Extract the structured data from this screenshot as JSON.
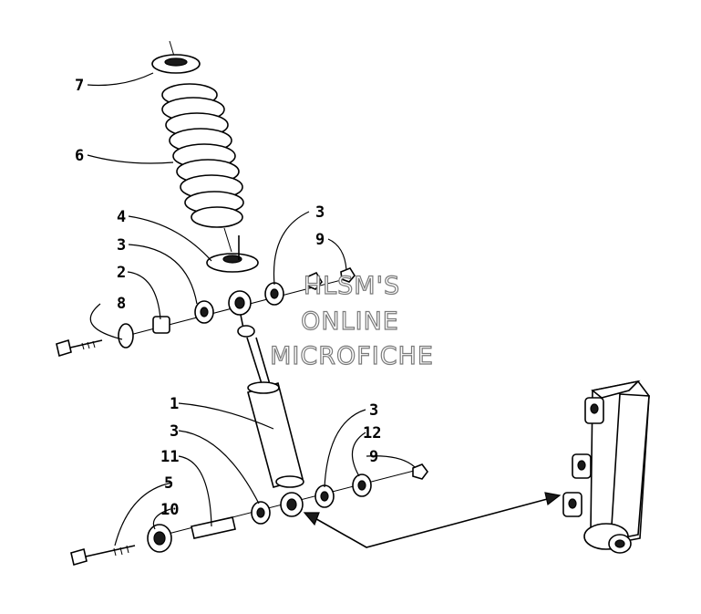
{
  "watermark": {
    "line1": "HLSM'S",
    "line2": "ONLINE",
    "line3": "MICROFICHE"
  },
  "callouts": [
    {
      "id": "c7",
      "text": "7"
    },
    {
      "id": "c6",
      "text": "6"
    },
    {
      "id": "c4",
      "text": "4"
    },
    {
      "id": "c3a",
      "text": "3"
    },
    {
      "id": "c2",
      "text": "2"
    },
    {
      "id": "c8",
      "text": "8"
    },
    {
      "id": "c3b",
      "text": "3"
    },
    {
      "id": "c9a",
      "text": "9"
    },
    {
      "id": "c1",
      "text": "1"
    },
    {
      "id": "c3c",
      "text": "3"
    },
    {
      "id": "c11",
      "text": "11"
    },
    {
      "id": "c5",
      "text": "5"
    },
    {
      "id": "c10",
      "text": "10"
    },
    {
      "id": "c3d",
      "text": "3"
    },
    {
      "id": "c12",
      "text": "12"
    },
    {
      "id": "c9b",
      "text": "9"
    }
  ]
}
